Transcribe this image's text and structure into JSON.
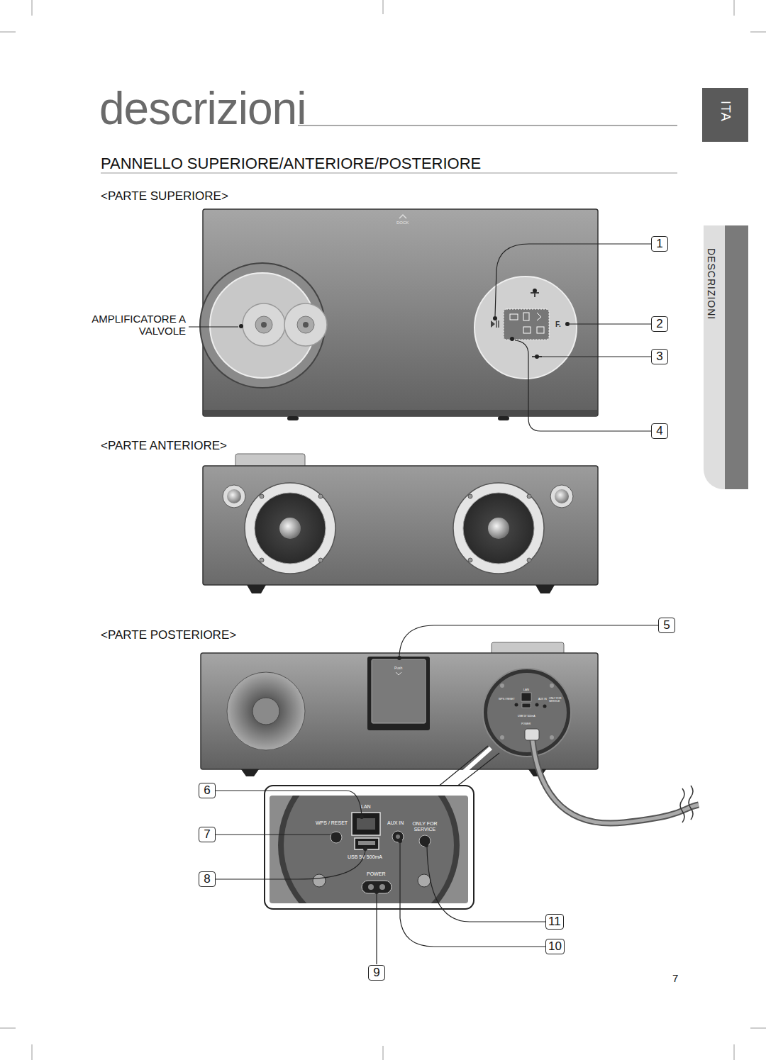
{
  "diagram": {
    "title": "descrizioni",
    "nodes": [
      {
        "text": [
          "ITA"
        ]
      },
      {
        "text": [
          "DESCRIZIONI"
        ]
      }
    ],
    "labels": [
      "PANNELLO SUPERIORE/ANTERIORE/POSTERIORE",
      "<PARTE SUPERIORE>",
      "DOCK",
      "AMPLIFICATORE A VALVOLE",
      "F.",
      "1",
      "2",
      "3",
      "4",
      "<PARTE ANTERIORE>",
      "<PARTE POSTERIORE>",
      "5",
      "Push",
      "LAN",
      "WPS / RESET",
      "AUX IN",
      "ONLY FOR SERVICE",
      "USB 5V 500mA",
      "POWER",
      "6",
      "7",
      "8",
      "LAN",
      "WPS / RESET",
      "AUX IN",
      "ONLY FOR SERVICE",
      "USB 5V 500mA",
      "POWER",
      "11",
      "10",
      "9",
      "7"
    ]
  }
}
